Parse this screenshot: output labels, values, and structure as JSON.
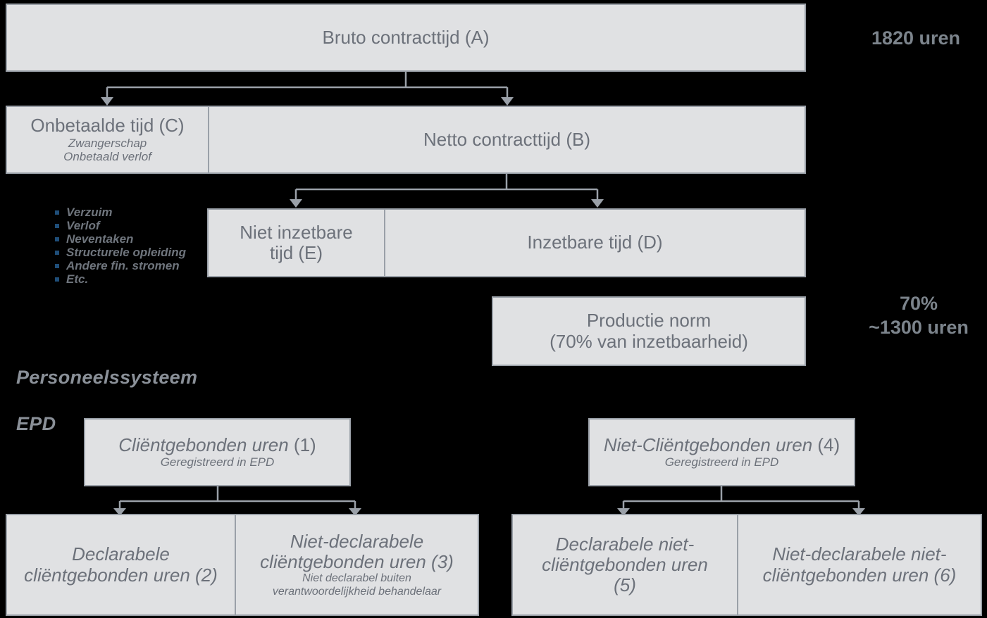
{
  "diagram": {
    "title_hidden": "",
    "colors": {
      "box_fill": "#E0E1E3",
      "box_border": "#9AA0A8",
      "text": "#6C717A",
      "side_label": "#7C848C",
      "section_label": "#8A9098",
      "bullet": "#1F4E79",
      "background": "#000000",
      "connector": "#9AA0A8"
    },
    "boxes": [
      {
        "id": "bruto-contracttijd",
        "main": "Bruto contracttijd (A)",
        "sub": "",
        "italic": false
      },
      {
        "id": "onbetaalde-tijd",
        "main": "Onbetaalde tijd (C)",
        "sub": "Zwangerschap\nOnbetaald verlof",
        "italic": false
      },
      {
        "id": "netto-contracttijd",
        "main": "Netto contracttijd (B)",
        "sub": "",
        "italic": false
      },
      {
        "id": "niet-inzetbare-tijd",
        "main": "Niet inzetbare tijd (E)",
        "sub": "",
        "italic": false
      },
      {
        "id": "inzetbare-tijd",
        "main": "Inzetbare tijd (D)",
        "sub": "",
        "italic": false
      },
      {
        "id": "productie-norm",
        "main": "Productie norm\n(70% van inzetbaarheid)",
        "sub": "",
        "italic": false
      },
      {
        "id": "clientgebonden-uren",
        "main_italic": "Cliëntgebonden uren",
        "main_plain": " (1)",
        "sub": "Geregistreerd in EPD",
        "italic": true
      },
      {
        "id": "niet-clientgebonden-uren",
        "main_italic": "Niet-Cliëntgebonden uren",
        "main_plain": " (4)",
        "sub": "Geregistreerd in EPD",
        "italic": true
      },
      {
        "id": "declarabele-clientgebonden-uren",
        "main": "Declarabele cliëntgebonden uren (2)",
        "sub": "",
        "italic": true
      },
      {
        "id": "niet-declarabele-clientgebonden-uren",
        "main": "Niet-declarabele cliëntgebonden uren (3)",
        "sub": "Niet declarabel buiten\nverantwoordelijkheid behandelaar",
        "italic": true
      },
      {
        "id": "declarabele-niet-clientgebonden-uren",
        "main": "Declarabele niet-cliëntgebonden uren (5)",
        "sub": "",
        "italic": true
      },
      {
        "id": "niet-declarabele-niet-clientgebonden-uren",
        "main": "Niet-declarabele niet-cliëntgebonden uren (6)",
        "sub": "",
        "italic": true
      }
    ],
    "side_labels": [
      {
        "id": "hours-total",
        "text": "1820 uren"
      },
      {
        "id": "production-norm-hours",
        "text": "70%\n~1300 uren"
      }
    ],
    "section_labels": [
      {
        "id": "personeelssysteem",
        "text": "Personeelssysteem"
      },
      {
        "id": "epd",
        "text": "EPD"
      }
    ],
    "bullets": [
      "Verzuim",
      "Verlof",
      "Neventaken",
      "Structurele opleiding",
      "Andere fin. stromen",
      "Etc."
    ]
  }
}
